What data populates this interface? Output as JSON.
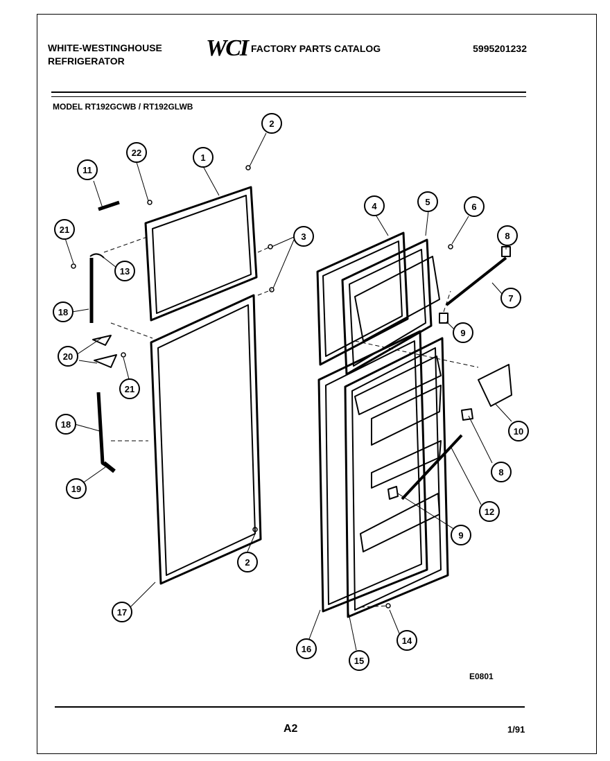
{
  "header": {
    "brand_line1": "WHITE-WESTINGHOUSE",
    "brand_line2": "REFRIGERATOR",
    "logo": "WCI",
    "catalog_title": "FACTORY PARTS CATALOG",
    "part_number": "5995201232"
  },
  "model_line": "MODEL  RT192GCWB / RT192GLWB",
  "diagram_code": "E0801",
  "footer": {
    "page_label": "A2",
    "date": "1/91"
  },
  "callouts": [
    {
      "id": "c1",
      "label": "1"
    },
    {
      "id": "c2a",
      "label": "2"
    },
    {
      "id": "c2b",
      "label": "2"
    },
    {
      "id": "c3",
      "label": "3"
    },
    {
      "id": "c4",
      "label": "4"
    },
    {
      "id": "c5",
      "label": "5"
    },
    {
      "id": "c6",
      "label": "6"
    },
    {
      "id": "c7",
      "label": "7"
    },
    {
      "id": "c8a",
      "label": "8"
    },
    {
      "id": "c8b",
      "label": "8"
    },
    {
      "id": "c9a",
      "label": "9"
    },
    {
      "id": "c9b",
      "label": "9"
    },
    {
      "id": "c10",
      "label": "10"
    },
    {
      "id": "c11",
      "label": "11"
    },
    {
      "id": "c12",
      "label": "12"
    },
    {
      "id": "c13",
      "label": "13"
    },
    {
      "id": "c14",
      "label": "14"
    },
    {
      "id": "c15",
      "label": "15"
    },
    {
      "id": "c16",
      "label": "16"
    },
    {
      "id": "c17",
      "label": "17"
    },
    {
      "id": "c18a",
      "label": "18"
    },
    {
      "id": "c18b",
      "label": "18"
    },
    {
      "id": "c19",
      "label": "19"
    },
    {
      "id": "c20",
      "label": "20"
    },
    {
      "id": "c21a",
      "label": "21"
    },
    {
      "id": "c21b",
      "label": "21"
    },
    {
      "id": "c22",
      "label": "22"
    }
  ]
}
